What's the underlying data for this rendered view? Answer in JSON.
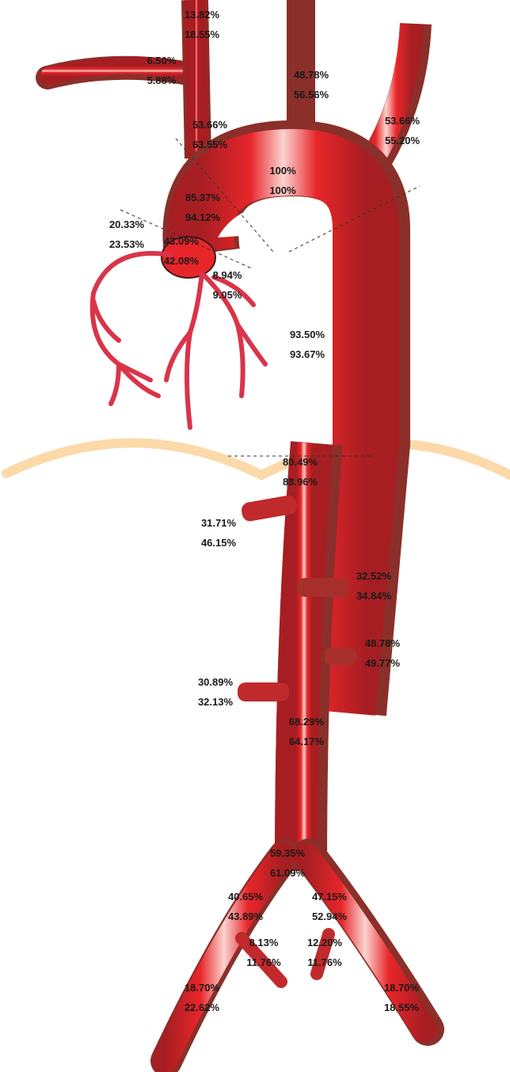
{
  "colors": {
    "vessel": "#e8262a",
    "vessel_dark": "#8b2f2a",
    "vessel_highlight": "#fbd3cf",
    "coronary": "#d9344a",
    "diaphragm": "#fbd9a8",
    "text": "#1a1a1a"
  },
  "labels": [
    {
      "id": "right-common-carotid",
      "top": "13.82%",
      "bottom": "18.55%"
    },
    {
      "id": "right-subclavian",
      "top": "6.50%",
      "bottom": "5.88%"
    },
    {
      "id": "left-common-carotid",
      "top": "48.78%",
      "bottom": "56.56%"
    },
    {
      "id": "left-subclavian",
      "top": "53.66%",
      "bottom": "55.20%"
    },
    {
      "id": "brachiocephalic-trunk",
      "top": "53.66%",
      "bottom": "63.55%"
    },
    {
      "id": "aortic-arch",
      "top": "100%",
      "bottom": "100%"
    },
    {
      "id": "ascending-aorta",
      "top": "85.37%",
      "bottom": "94.12%"
    },
    {
      "id": "right-coronary",
      "top": "20.33%",
      "bottom": "23.53%"
    },
    {
      "id": "aortic-root",
      "top": "43.09%",
      "bottom": "42.08%"
    },
    {
      "id": "left-coronary",
      "top": "8.94%",
      "bottom": "9.05%"
    },
    {
      "id": "descending-thoracic-aorta",
      "top": "93.50%",
      "bottom": "93.67%"
    },
    {
      "id": "diaphragm-level",
      "top": "80.49%",
      "bottom": "88.96%"
    },
    {
      "id": "celiac-trunk",
      "top": "31.71%",
      "bottom": "46.15%"
    },
    {
      "id": "superior-mesenteric",
      "top": "32.52%",
      "bottom": "34.84%"
    },
    {
      "id": "left-renal",
      "top": "48.78%",
      "bottom": "49.77%"
    },
    {
      "id": "right-renal",
      "top": "30.89%",
      "bottom": "32.13%"
    },
    {
      "id": "infrarenal-aorta",
      "top": "68.29%",
      "bottom": "64.17%"
    },
    {
      "id": "aortic-bifurcation",
      "top": "59.35%",
      "bottom": "61.09%"
    },
    {
      "id": "right-common-iliac",
      "top": "40.65%",
      "bottom": "43.89%"
    },
    {
      "id": "left-common-iliac",
      "top": "47.15%",
      "bottom": "52.94%"
    },
    {
      "id": "right-internal-iliac",
      "top": "8.13%",
      "bottom": "11.76%"
    },
    {
      "id": "left-internal-iliac",
      "top": "12.20%",
      "bottom": "11.76%"
    },
    {
      "id": "right-external-iliac",
      "top": "18.70%",
      "bottom": "22.62%"
    },
    {
      "id": "left-external-iliac",
      "top": "18.70%",
      "bottom": "18.55%"
    }
  ]
}
